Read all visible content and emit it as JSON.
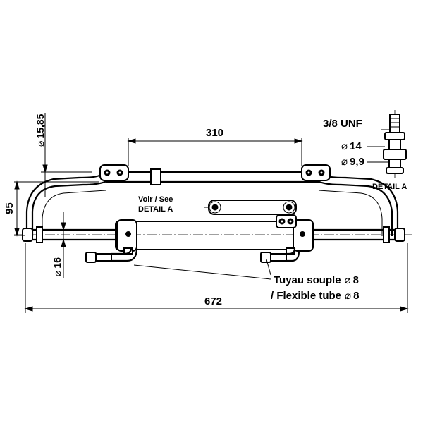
{
  "dimensions": {
    "width_top": "310",
    "height_left": "95",
    "bracket_hole": "15,85",
    "rod_dia": "16",
    "overall_length": "672"
  },
  "detail": {
    "thread": "3/8 UNF",
    "dia_outer": "14",
    "dia_inner": "9,9",
    "label": "DETAIL A"
  },
  "callouts": {
    "see_detail_line1": "Voir / See",
    "see_detail_line2": "DETAIL A",
    "tube_fr": "Tuyau souple",
    "tube_fr_dia": "8",
    "tube_en": "/ Flexible tube",
    "tube_en_dia": "8"
  },
  "symbols": {
    "diameter": "⌀"
  }
}
